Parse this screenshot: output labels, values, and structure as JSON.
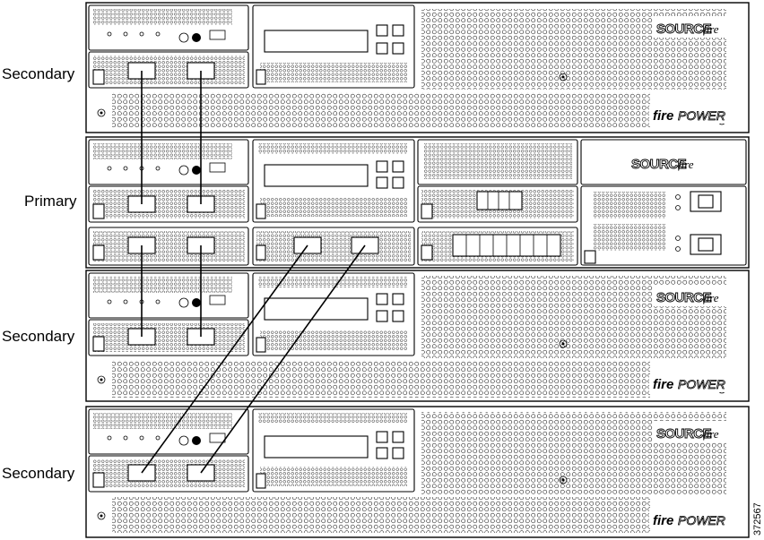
{
  "labels": {
    "secondary_top": "Secondary",
    "primary": "Primary",
    "secondary_middle": "Secondary",
    "secondary_bottom": "Secondary"
  },
  "figure_number": "372567",
  "logos": {
    "sourcefire_main": "SOURCE",
    "sourcefire_fire": "fire",
    "firepower_a": "fire",
    "firepower_b": "POWER",
    "tm": "™"
  }
}
